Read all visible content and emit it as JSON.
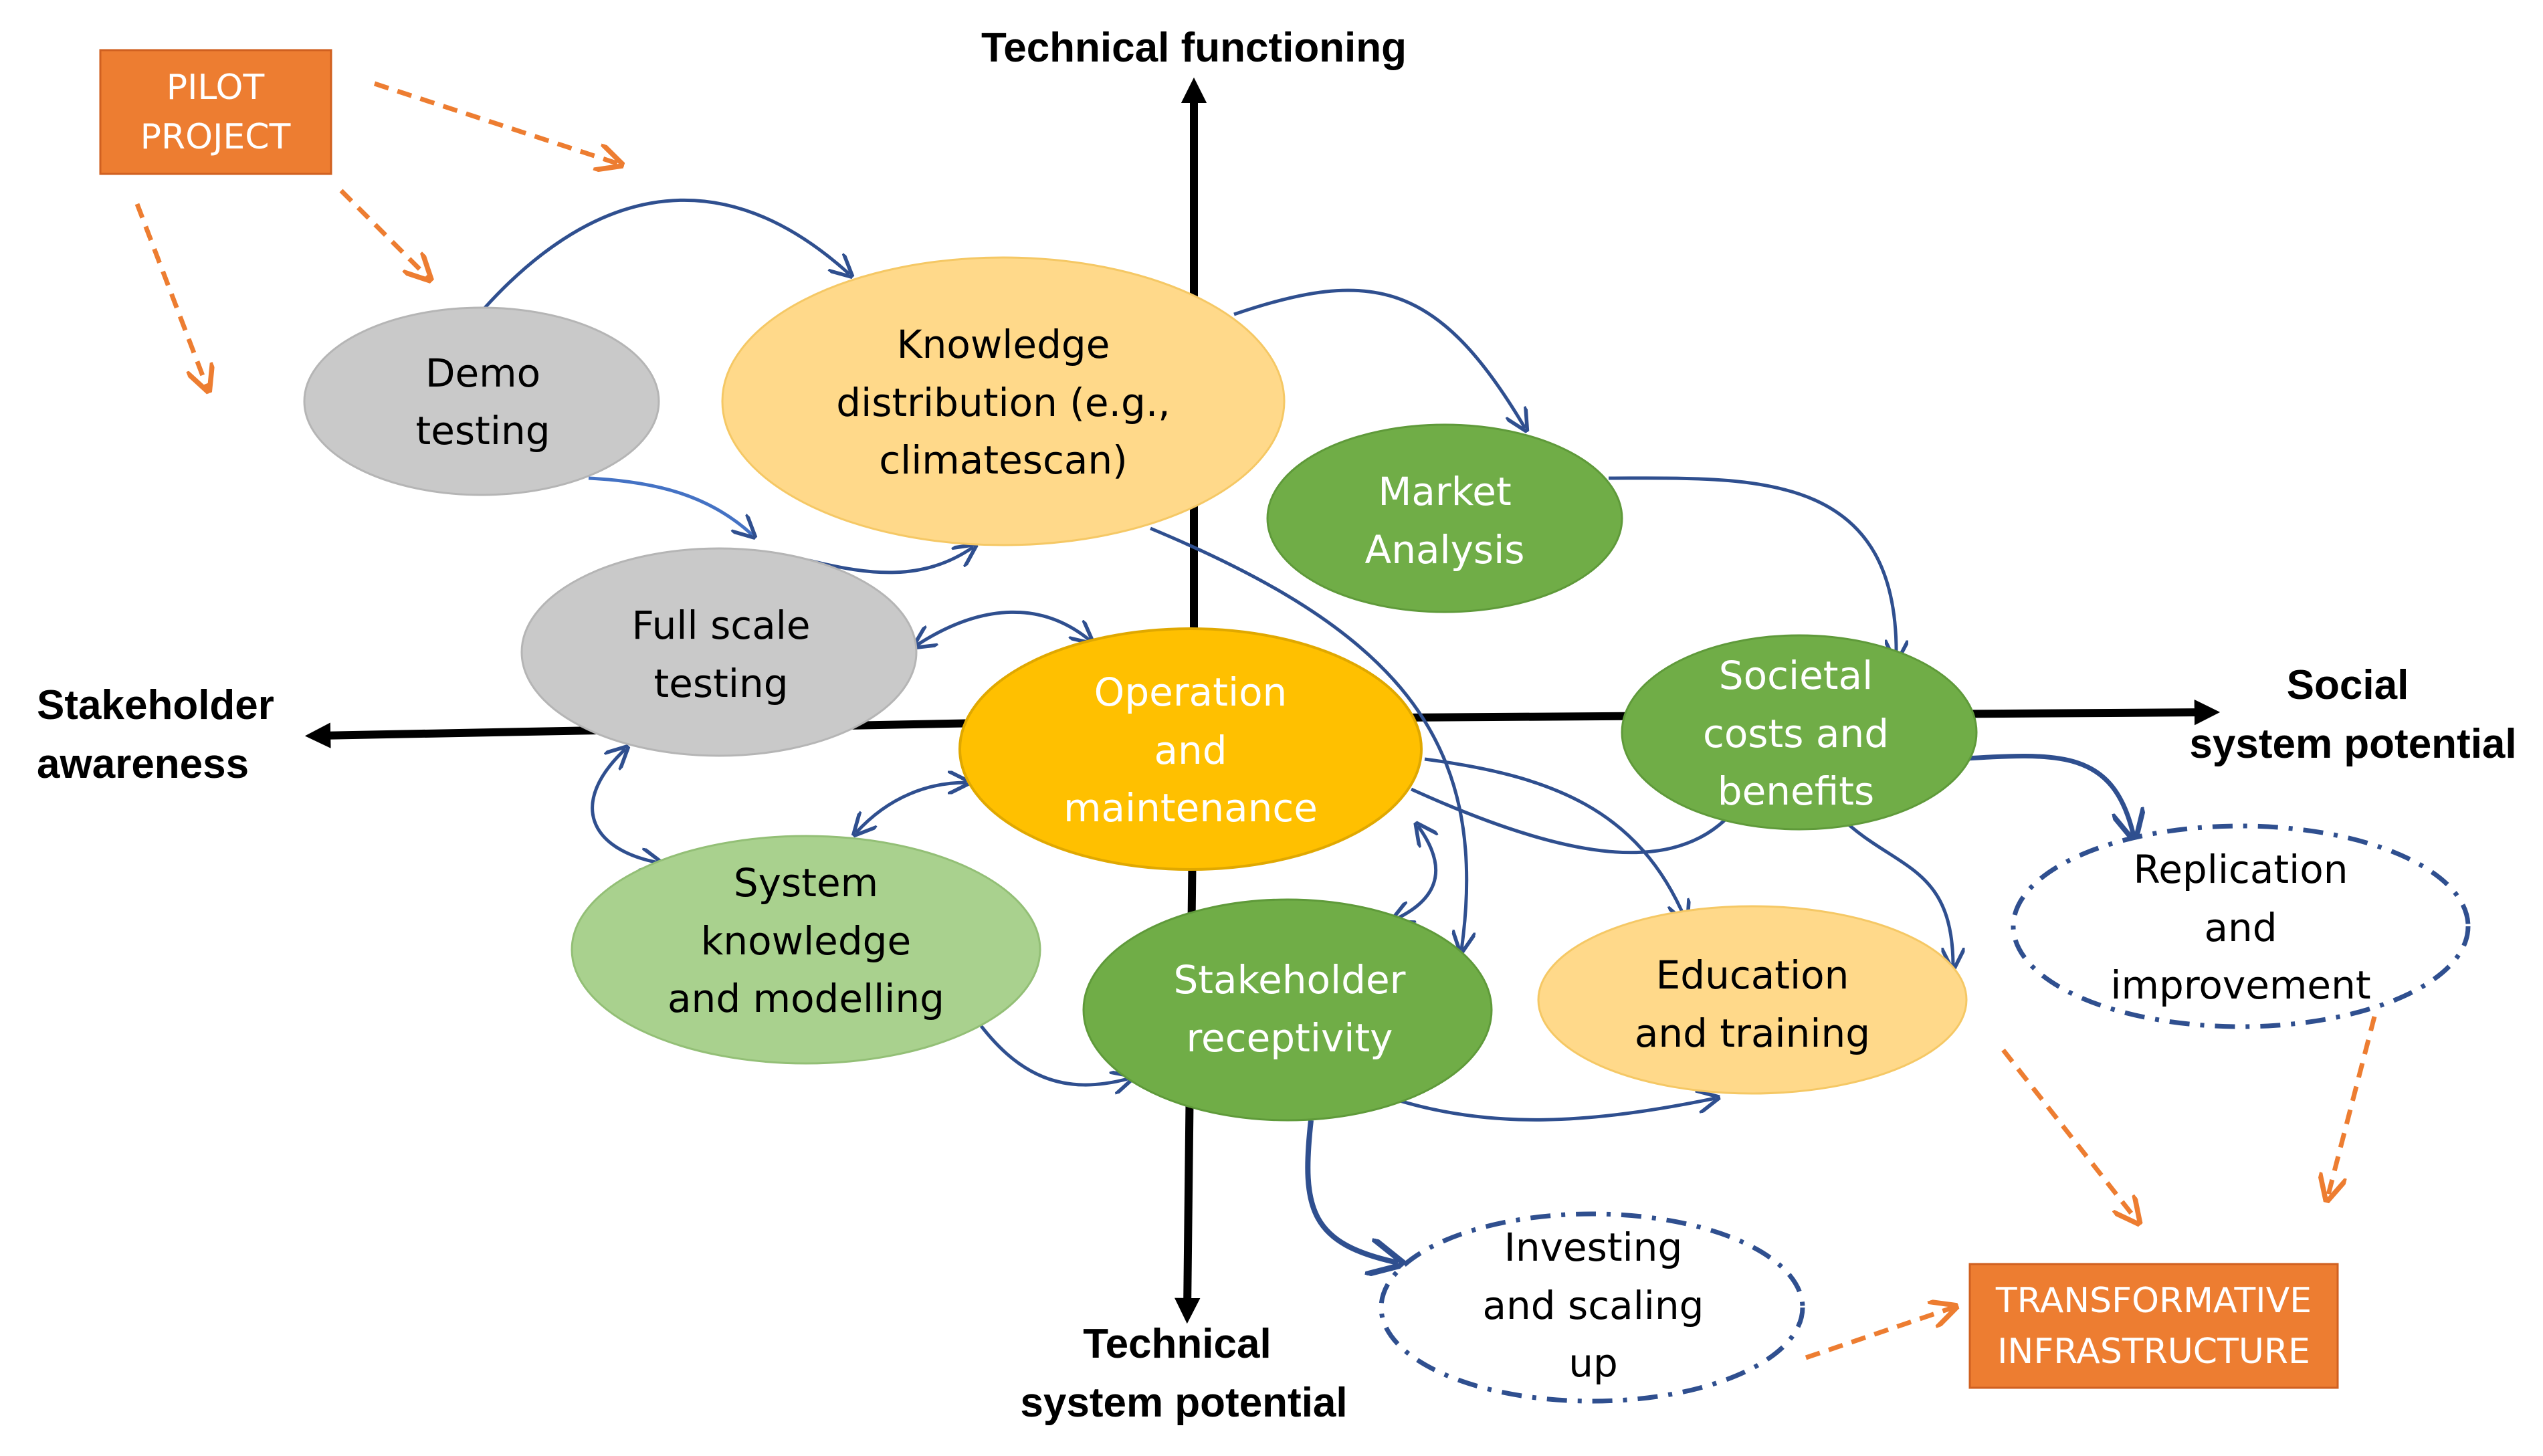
{
  "colors": {
    "axis": "#000000",
    "flow_arrow": "#2f4f8f",
    "dashed_arrow": "#ed7d31",
    "orange_box": "#ed7d31",
    "gray": "#c9c9c9",
    "light_orange": "#ffd98a",
    "dark_orange": "#ffc000",
    "green": "#70ad47",
    "light_green": "#a9d18e",
    "dashed_ellipse": "#2f4f8f"
  },
  "axes": {
    "top": "Technical functioning",
    "bottom_line1": "Technical",
    "bottom_line2": "system potential",
    "left_line1": "Stakeholder",
    "left_line2": "awareness",
    "right_line1": "Social",
    "right_line2": "system potential"
  },
  "boxes": {
    "pilot": {
      "line1": "PILOT",
      "line2": "PROJECT"
    },
    "transformative": {
      "line1": "TRANSFORMATIVE",
      "line2": "INFRASTRUCTURE"
    }
  },
  "nodes": {
    "demo": {
      "line1": "Demo",
      "line2": "testing"
    },
    "knowledge": {
      "line1": "Knowledge",
      "line2": "distribution (e.g.,",
      "line3": "climatescan)"
    },
    "market": {
      "line1": "Market",
      "line2": "Analysis"
    },
    "fullscale": {
      "line1": "Full scale",
      "line2": "testing"
    },
    "operation": {
      "line1": "Operation",
      "line2": "and",
      "line3": "maintenance"
    },
    "societal": {
      "line1": "Societal",
      "line2": "costs and",
      "line3": "benefits"
    },
    "replication": {
      "line1": "Replication",
      "line2": "and",
      "line3": "improvement"
    },
    "system": {
      "line1": "System",
      "line2": "knowledge",
      "line3": "and modelling"
    },
    "stakeholder": {
      "line1": "Stakeholder",
      "line2": "receptivity"
    },
    "education": {
      "line1": "Education",
      "line2": "and training"
    },
    "investing": {
      "line1": "Investing",
      "line2": "and scaling",
      "line3": "up"
    }
  }
}
